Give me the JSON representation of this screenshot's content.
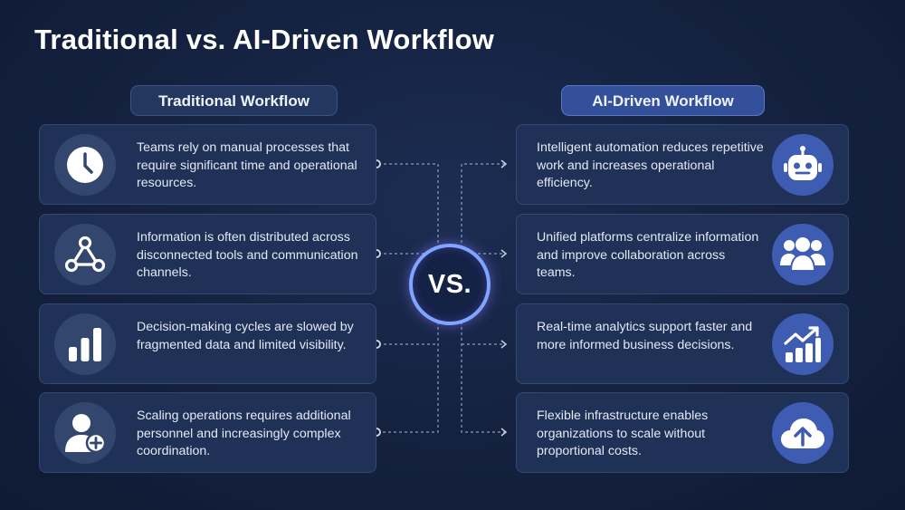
{
  "title": "Traditional vs. AI-Driven Workflow",
  "center_label": "VS.",
  "traditional": {
    "heading": "Traditional Workflow",
    "items": [
      {
        "icon": "clock-icon",
        "text": "Teams rely on manual processes that require significant time and operational resources."
      },
      {
        "icon": "network-icon",
        "text": "Information is often distributed across disconnected tools and communication channels."
      },
      {
        "icon": "bar-chart-icon",
        "text": "Decision-making cycles are slowed by fragmented data and limited visibility."
      },
      {
        "icon": "user-add-icon",
        "text": "Scaling operations requires additional personnel and increasingly complex coordination."
      }
    ]
  },
  "ai_driven": {
    "heading": "AI-Driven Workflow",
    "items": [
      {
        "icon": "robot-icon",
        "text": "Intelligent automation reduces repetitive work and increases operational efficiency."
      },
      {
        "icon": "team-icon",
        "text": "Unified platforms centralize information and improve collaboration across teams."
      },
      {
        "icon": "growth-chart-icon",
        "text": "Real-time analytics support faster and more informed business decisions."
      },
      {
        "icon": "cloud-upload-icon",
        "text": "Flexible infrastructure enables organizations to scale without proportional costs."
      }
    ]
  },
  "colors": {
    "background": "#14213f",
    "card": "#1f3157",
    "ai_accent": "#3f5cb3",
    "vs_ring": "#7fa5ff"
  }
}
